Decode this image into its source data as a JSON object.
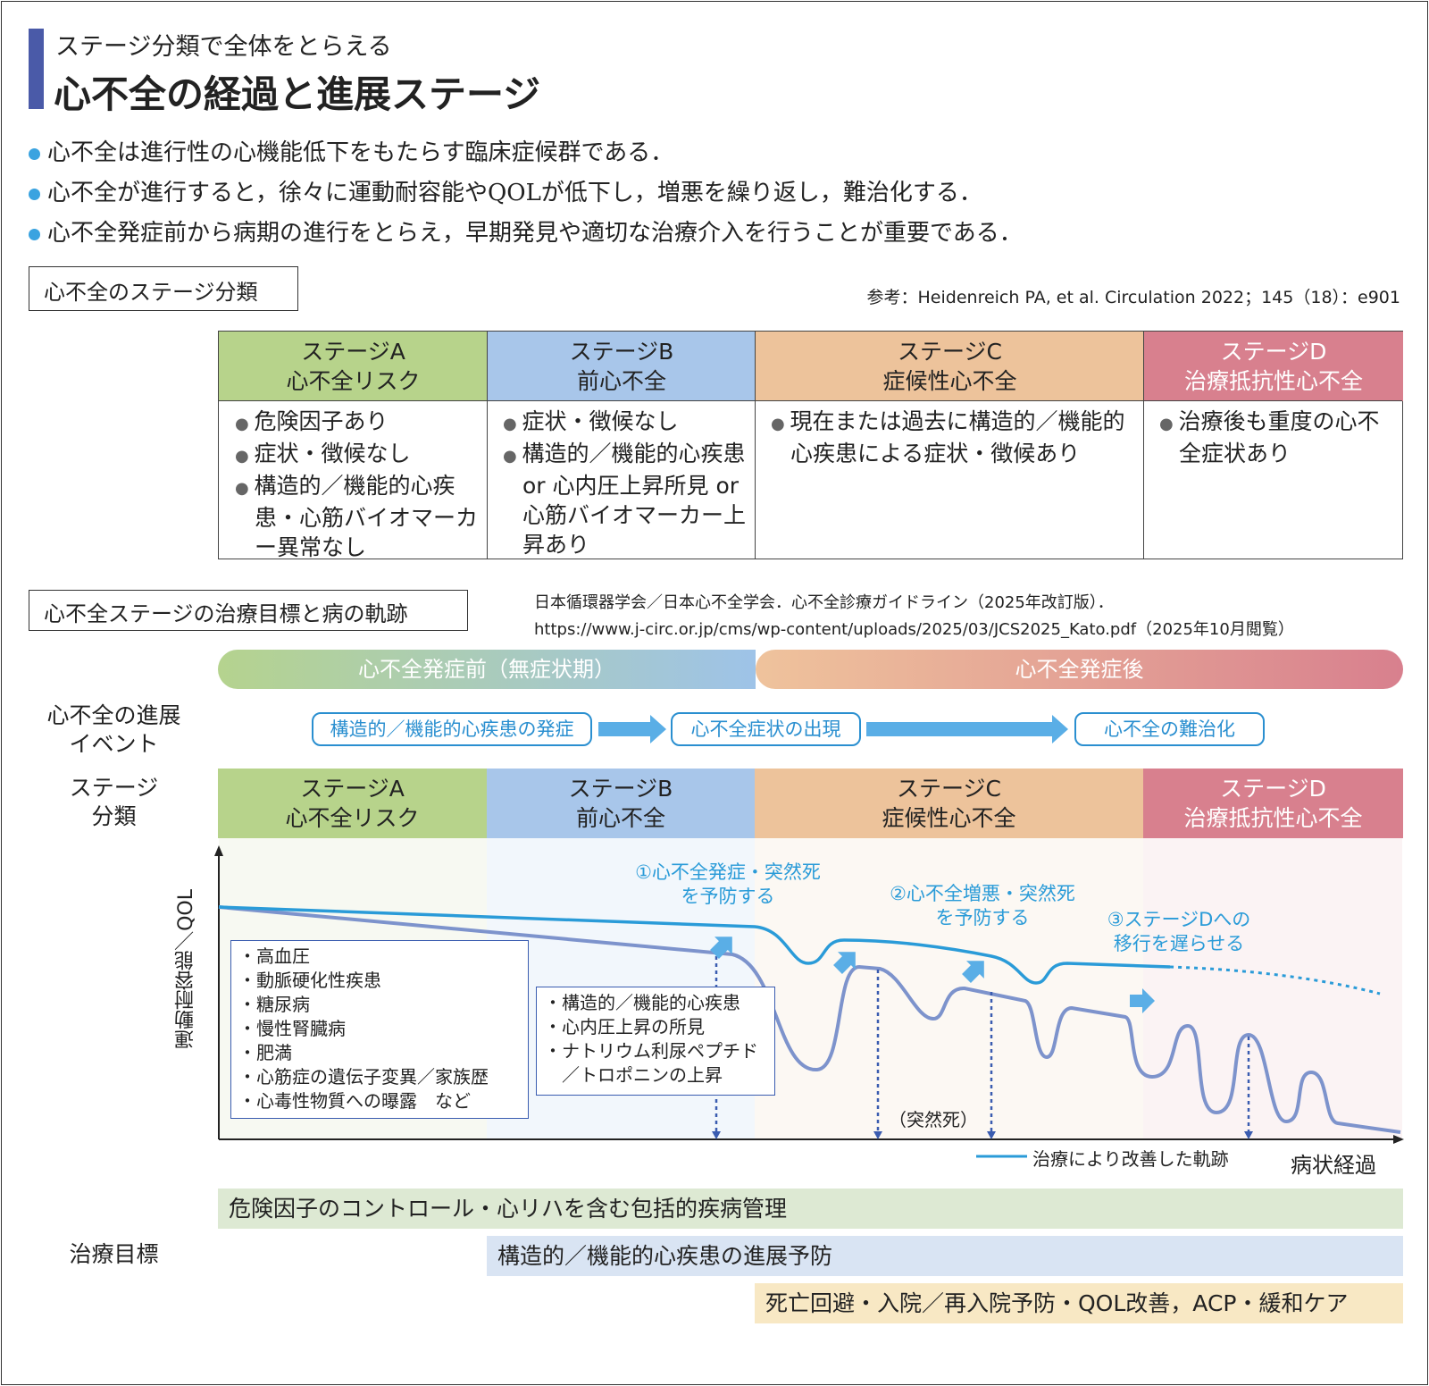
{
  "header": {
    "subtitle": "ステージ分類で全体をとらえる",
    "title": "心不全の経過と進展ステージ",
    "accent": "#4a5aa8"
  },
  "bullets": [
    "心不全は進行性の心機能低下をもたらす臨床症候群である．",
    "心不全が進行すると，徐々に運動耐容能やQOLが低下し，増悪を繰り返し，難治化する．",
    "心不全発症前から病期の進行をとらえ，早期発見や適切な治療介入を行うことが重要である．"
  ],
  "section1": {
    "title": "心不全のステージ分類",
    "reference": "参考：Heidenreich PA, et al. Circulation 2022；145（18）：e901"
  },
  "stages": [
    {
      "name": "ステージA",
      "sub": "心不全リスク",
      "color": "#b7d38b",
      "items": [
        "危険因子あり",
        "症状・徴候なし",
        "構造的／機能的心疾患・心筋バイオマーカー異常なし"
      ]
    },
    {
      "name": "ステージB",
      "sub": "前心不全",
      "color": "#a8c6ea",
      "items": [
        "症状・徴候なし",
        "構造的／機能的心疾患 or 心内圧上昇所見 or 心筋バイオマーカー上昇あり"
      ]
    },
    {
      "name": "ステージC",
      "sub": "症候性心不全",
      "color": "#edc39b",
      "items": [
        "現在または過去に構造的／機能的心疾患による症状・徴候あり"
      ]
    },
    {
      "name": "ステージD",
      "sub": "治療抵抗性心不全",
      "color": "#d8808e",
      "items": [
        "治療後も重度の心不全症状あり"
      ]
    }
  ],
  "section2": {
    "title": "心不全ステージの治療目標と病の軌跡",
    "citation1": "日本循環器学会／日本心不全学会．心不全診療ガイドライン（2025年改訂版）．",
    "citation2": "https://www.j-circ.or.jp/cms/wp-content/uploads/2025/03/JCS2025_Kato.pdf（2025年10月閲覧）"
  },
  "phases": {
    "before": "心不全発症前（無症状期）",
    "after": "心不全発症後"
  },
  "events": {
    "label1": "心不全の進展",
    "label2": "イベント",
    "items": [
      "構造的／機能的心疾患の発症",
      "心不全症状の出現",
      "心不全の難治化"
    ]
  },
  "stage_row_label": {
    "l1": "ステージ",
    "l2": "分類"
  },
  "chart": {
    "ylabel": "運動耐容能／QOL",
    "xlabel": "病状経過",
    "legend": "治療により改善した軌跡",
    "sudden_death": "（突然死）",
    "annotations": [
      [
        "①心不全発症・突然死",
        "を予防する"
      ],
      [
        "②心不全増悪・突然死",
        "を予防する"
      ],
      [
        "③ステージDへの",
        "移行を遅らせる"
      ]
    ],
    "risk_factors": [
      "高血圧",
      "動脈硬化性疾患",
      "糖尿病",
      "慢性腎臓病",
      "肥満",
      "心筋症の遺伝子変異／家族歴",
      "心毒性物質への曝露　など"
    ],
    "stageB_findings": [
      "構造的／機能的心疾患",
      "心内圧上昇の所見",
      "ナトリウム利尿ペプチド",
      "／トロポニンの上昇"
    ],
    "line_color": "#2a9bd8",
    "natural_color": "#7d93cc"
  },
  "goals": {
    "label": "治療目標",
    "items": [
      {
        "text": "危険因子のコントロール・心リハを含む包括的疾病管理",
        "color": "#dde9d3"
      },
      {
        "text": "構造的／機能的心疾患の進展予防",
        "color": "#d9e4f3"
      },
      {
        "text": "死亡回避・入院／再入院予防・QOL改善，ACP・緩和ケア",
        "color": "#f8e8c4"
      }
    ]
  }
}
